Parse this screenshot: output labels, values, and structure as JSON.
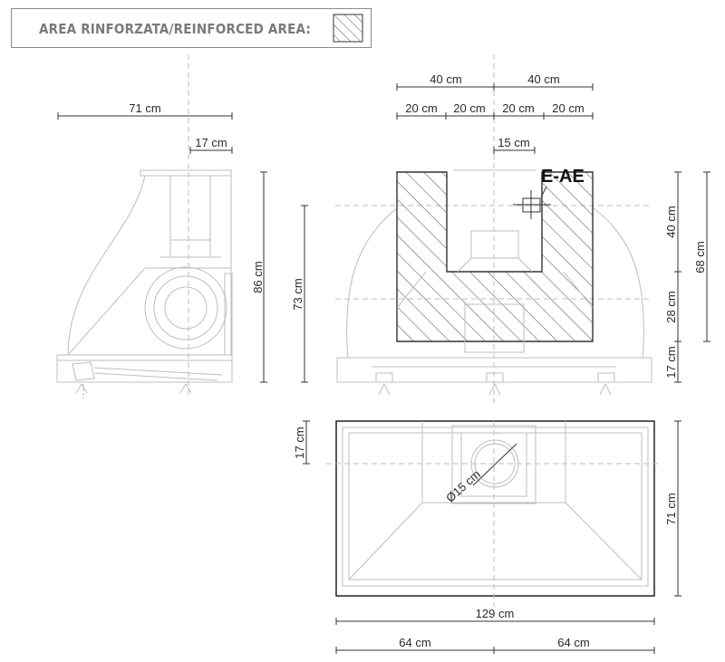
{
  "legend": {
    "label": "AREA RINFORZATA/REINFORCED AREA:"
  },
  "model_code": "E-AE",
  "dims": {
    "side_width": "71 cm",
    "side_duct": "17 cm",
    "side_height": "86 cm",
    "front_half_left": "40 cm",
    "front_half_right": "40 cm",
    "front_q1": "20 cm",
    "front_q2": "20 cm",
    "front_q3": "20 cm",
    "front_q4": "20 cm",
    "front_duct": "15 cm",
    "front_height": "73 cm",
    "front_upper": "40 cm",
    "front_middle": "28 cm",
    "front_lower": "17 cm",
    "front_total": "68 cm",
    "plan_offset": "17 cm",
    "plan_diameter": "Ø15 cm",
    "plan_depth": "71 cm",
    "plan_width": "129 cm",
    "plan_half_left": "64 cm",
    "plan_half_right": "64 cm"
  },
  "colors": {
    "line": "#bdbdbd",
    "dark": "#222222",
    "hatch": "#555555"
  }
}
